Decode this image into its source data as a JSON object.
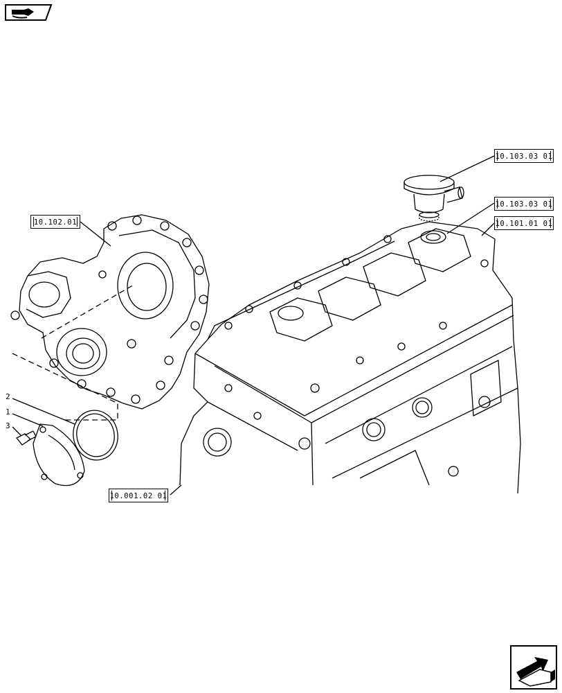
{
  "references": [
    {
      "id": "ref-top",
      "label": "10.103.03 01"
    },
    {
      "id": "ref-mid",
      "label": "10.103.03 01"
    },
    {
      "id": "ref-cyl",
      "label": "10.101.01 01"
    },
    {
      "id": "ref-timing",
      "label": "10.102.01"
    },
    {
      "id": "ref-block",
      "label": "10.001.02 01"
    }
  ],
  "callouts": [
    "2",
    "1",
    "3"
  ],
  "icons": {
    "top_nav": "book-arrow-icon",
    "bottom_nav": "next-page-arrow-icon"
  },
  "colors": {
    "line": "#000000",
    "background": "#ffffff"
  }
}
